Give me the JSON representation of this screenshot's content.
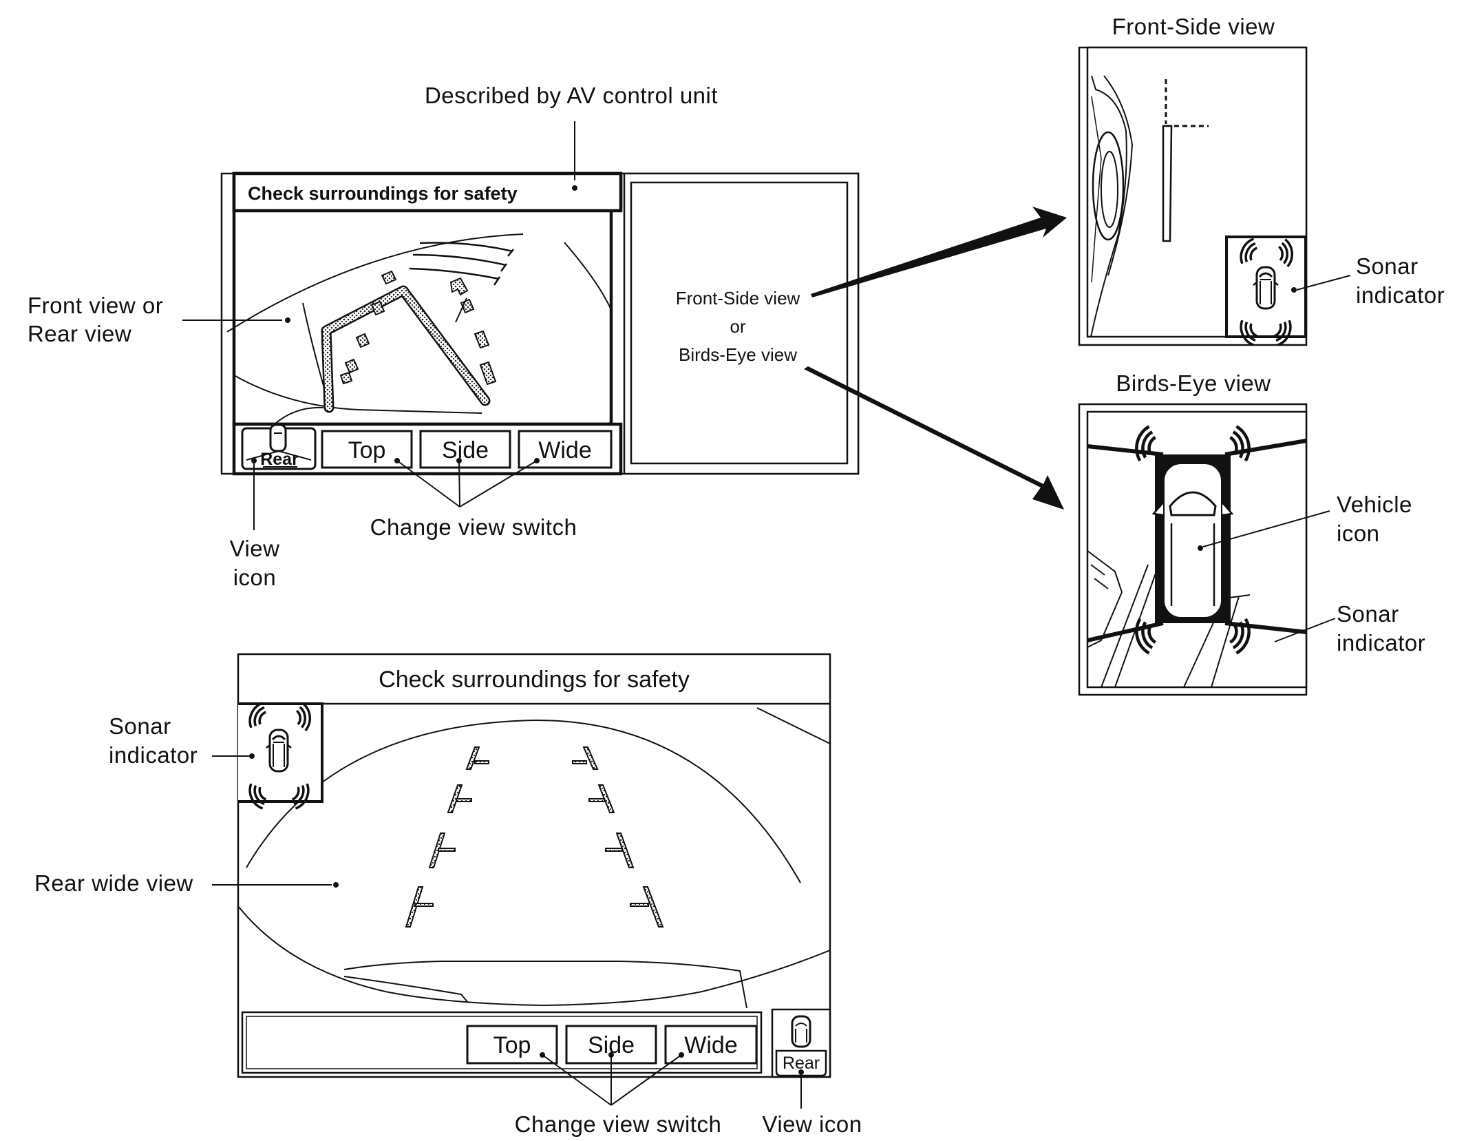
{
  "callouts": {
    "described_by": "Described by AV control unit",
    "front_or_rear_line1": "Front view or",
    "front_or_rear_line2": "Rear view",
    "view_icon_top_line1": "View",
    "view_icon_top_line2": "icon",
    "change_view_top": "Change view switch",
    "sonar_bottom_line1": "Sonar",
    "sonar_bottom_line2": "indicator",
    "rear_wide_view": "Rear wide view",
    "change_view_bottom": "Change view switch",
    "view_icon_bottom": "View icon"
  },
  "top_screen": {
    "header": "Check surroundings for safety",
    "view_icon_label": "Rear",
    "buttons": [
      "Top",
      "Side",
      "Wide"
    ],
    "side_panel_line1": "Front-Side view",
    "side_panel_line2": "or",
    "side_panel_line3": "Birds-Eye view"
  },
  "front_side_panel": {
    "title": "Front-Side view",
    "sonar_line1": "Sonar",
    "sonar_line2": "indicator"
  },
  "birds_eye_panel": {
    "title": "Birds-Eye view",
    "vehicle_line1": "Vehicle",
    "vehicle_line2": "icon",
    "sonar_line1": "Sonar",
    "sonar_line2": "indicator"
  },
  "bottom_screen": {
    "header": "Check surroundings for safety",
    "buttons": [
      "Top",
      "Side",
      "Wide"
    ],
    "view_icon_label": "Rear"
  }
}
